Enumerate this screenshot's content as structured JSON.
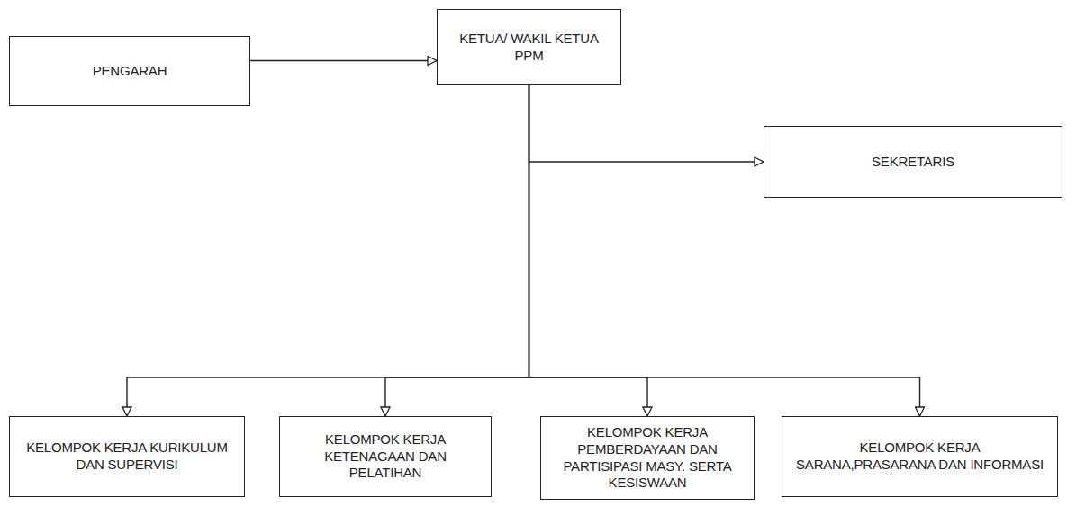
{
  "diagram": {
    "nodes": [
      {
        "text": [
          "PENGARAH"
        ]
      },
      {
        "text": [
          "KETUA/ WAKIL KETUA PPM"
        ]
      },
      {
        "text": [
          "SEKRETARIS"
        ]
      },
      {
        "text": [
          "KELOMPOK KERJA KURIKULUM DAN SUPERVISI"
        ]
      },
      {
        "text": [
          "KELOMPOK KERJA KETENAGAAN DAN PELATIHAN"
        ]
      },
      {
        "text": [
          "KELOMPOK KERJA PEMBERDAYAAN DAN PARTISIPASI MASY. SERTA KESISWAAN"
        ]
      },
      {
        "text": [
          "KELOMPOK KERJA SARANA,PRASARANA DAN INFORMASI"
        ]
      }
    ],
    "edges": [
      {
        "from": 0,
        "to": 1,
        "arrow": "to"
      },
      {
        "from": 1,
        "to": 2,
        "arrow": "to"
      },
      {
        "from": 1,
        "to": 3,
        "arrow": "to"
      },
      {
        "from": 1,
        "to": 4,
        "arrow": "to"
      },
      {
        "from": 1,
        "to": 5,
        "arrow": "to"
      },
      {
        "from": 1,
        "to": 6,
        "arrow": "to"
      }
    ]
  }
}
